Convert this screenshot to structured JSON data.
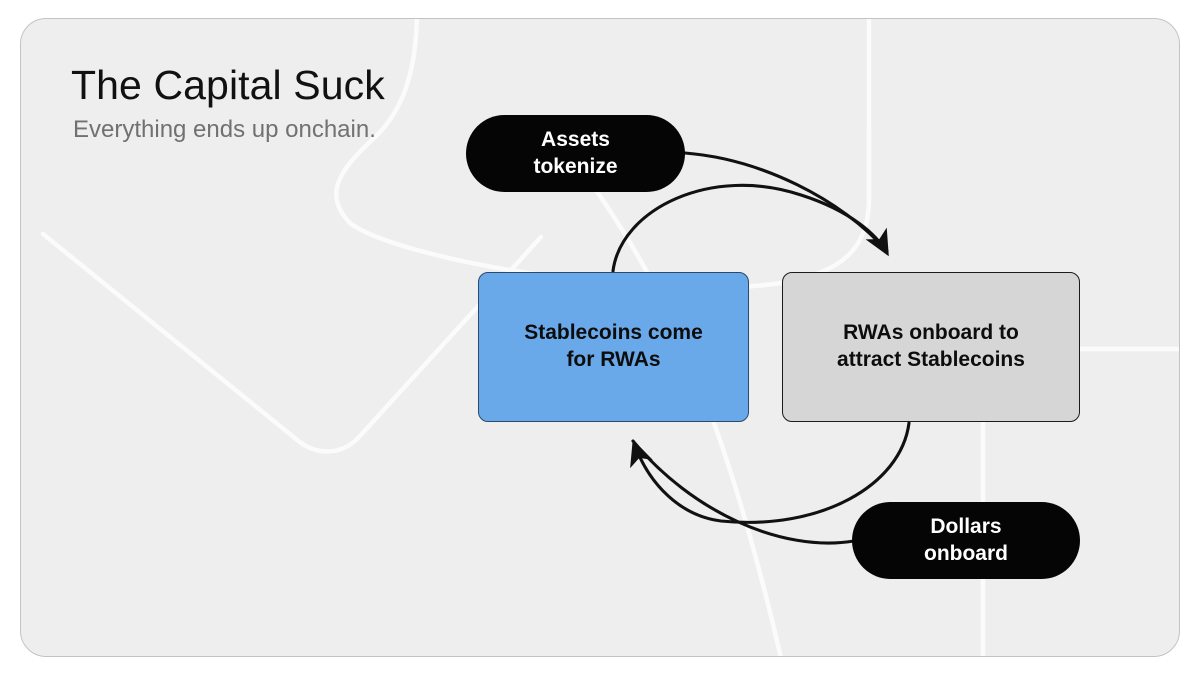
{
  "card": {
    "background_color": "#eeeeee",
    "border_color": "#c3c3c3"
  },
  "heading": {
    "title": "The Capital Suck",
    "subtitle": "Everything ends up onchain."
  },
  "diagram": {
    "type": "cycle-diagram",
    "nodes": [
      {
        "id": "assets-tokenize",
        "label": "Assets tokenize",
        "line1": "Assets",
        "line2": "tokenize",
        "shape": "pill",
        "fill": "#050505",
        "text_color": "#ffffff"
      },
      {
        "id": "stablecoins-come-for-rwas",
        "label": "Stablecoins come for RWAs",
        "line1": "Stablecoins come",
        "line2": "for RWAs",
        "shape": "rounded-rect",
        "fill": "#6aa9e9",
        "text_color": "#0d0d0d"
      },
      {
        "id": "rwas-onboard",
        "label": "RWAs onboard to attract Stablecoins",
        "line1": "RWAs onboard to",
        "line2": "attract Stablecoins",
        "shape": "rounded-rect",
        "fill": "#d6d6d6",
        "text_color": "#0d0d0d"
      },
      {
        "id": "dollars-onboard",
        "label": "Dollars onboard",
        "line1": "Dollars",
        "line2": "onboard",
        "shape": "pill",
        "fill": "#050505",
        "text_color": "#ffffff"
      }
    ],
    "edges": [
      {
        "id": "stablecoins-to-rwas",
        "from": "stablecoins-come-for-rwas",
        "to": "rwas-onboard",
        "direction": "clockwise-top",
        "annotated_by": "assets-tokenize"
      },
      {
        "id": "rwas-to-stablecoins",
        "from": "rwas-onboard",
        "to": "stablecoins-come-for-rwas",
        "direction": "clockwise-bottom",
        "annotated_by": "dollars-onboard"
      }
    ],
    "arrow_color": "#111111"
  }
}
